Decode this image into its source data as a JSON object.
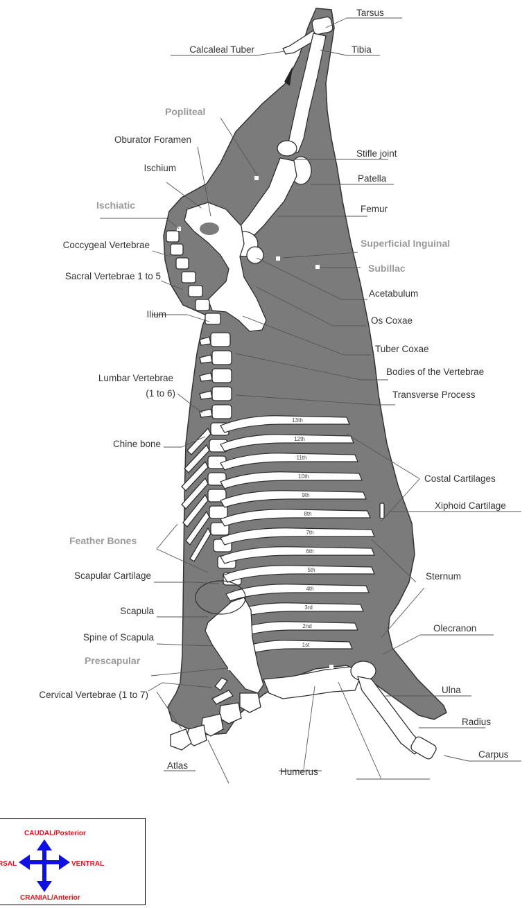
{
  "labels": {
    "tarsus": "Tarsus",
    "calcaneal_tuber": "Calcaleal Tuber",
    "tibia": "Tibia",
    "popliteal": "Popliteal",
    "obturator_foramen": "Oburator Foramen",
    "stifle_joint": "Stifle joint",
    "ischium": "Ischium",
    "patella": "Patella",
    "ischiatic": "Ischiatic",
    "femur": "Femur",
    "coccygeal_vertebrae": "Coccygeal Vertebrae",
    "superficial_inguinal": "Superficial Inguinal",
    "subiliac": "Subillac",
    "sacral_vertebrae": "Sacral Vertebrae 1 to 5",
    "acetabulum": "Acetabulum",
    "ilium": "Ilium",
    "os_coxae": "Os Coxae",
    "tuber_coxae": "Tuber Coxae",
    "lumbar_vertebrae": "Lumbar Vertebrae",
    "lumbar_range": "(1 to 6)",
    "bodies_of_vertebrae": "Bodies of the Vertebrae",
    "transverse_process": "Transverse Process",
    "chine_bone": "Chine bone",
    "costal_cartilages": "Costal Cartilages",
    "xiphoid_cartilage": "Xiphoid Cartilage",
    "feather_bones": "Feather Bones",
    "scapular_cartilage": "Scapular Cartilage",
    "sternum": "Sternum",
    "scapula": "Scapula",
    "olecranon": "Olecranon",
    "spine_of_scapula": "Spine of Scapula",
    "prescapular": "Prescapular",
    "cervical_vertebrae": "Cervical Vertebrae (1 to 7)",
    "ulna": "Ulna",
    "radius": "Radius",
    "atlas": "Atlas",
    "humerus": "Humerus",
    "carpus": "Carpus"
  },
  "ribs": [
    "13th",
    "12th",
    "11th",
    "10th",
    "9th",
    "8th",
    "7th",
    "6th",
    "5th",
    "4th",
    "3rd",
    "2nd",
    "1st"
  ],
  "compass": {
    "caudal": "CAUDAL/Posterior",
    "dorsal": "RSAL",
    "ventral": "VENTRAL",
    "cranial": "CRANIAL/Anterior"
  },
  "colors": {
    "carcass": "#7b7b7b",
    "bone": "#ffffff",
    "lymph_node_label": "#9a9a9a",
    "compass_text": "#e8101a",
    "compass_arrow": "#1010e0"
  }
}
